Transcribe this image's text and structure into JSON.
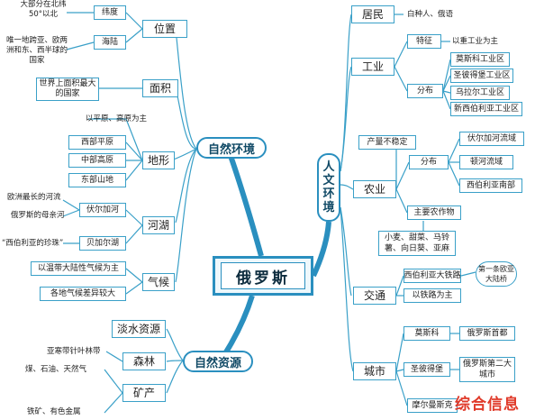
{
  "center": {
    "label": "俄罗斯"
  },
  "hubs": {
    "natural_env": "自然环境",
    "natural_res": "自然资源",
    "humanities": [
      "人",
      "文",
      "环",
      "境"
    ]
  },
  "natural_env": {
    "position": {
      "label": "位置",
      "latitude": {
        "label": "纬度",
        "note": "大部分在北纬50°以北"
      },
      "sea_land": {
        "label": "海陆",
        "note": "唯一地跨亚、欧两洲和东、西半球的国家"
      }
    },
    "area": {
      "label": "面积",
      "note": "世界上面积最大的国家"
    },
    "terrain": {
      "label": "地形",
      "summary": "以平原、高原为主",
      "items": [
        "西部平原",
        "中部高原",
        "东部山地"
      ]
    },
    "rivers_lakes": {
      "label": "河湖",
      "volga": {
        "label": "伏尔加河",
        "notes": [
          "欧洲最长的河流",
          "俄罗斯的母亲河"
        ]
      },
      "baikal": {
        "label": "贝加尔湖",
        "note": "“西伯利亚的珍珠”"
      }
    },
    "climate": {
      "label": "气候",
      "items": [
        "以温带大陆性气候为主",
        "各地气候差异较大"
      ]
    }
  },
  "natural_res": {
    "water": {
      "label": "淡水资源"
    },
    "forest": {
      "label": "森林",
      "note": "亚寒带针叶林带"
    },
    "minerals": {
      "label": "矿产",
      "items": [
        "煤、石油、天然气",
        "铁矿、有色金属"
      ]
    }
  },
  "humanities": {
    "residents": {
      "label": "居民",
      "note": "白种人、俄语"
    },
    "industry": {
      "label": "工业",
      "feature": {
        "label": "特征",
        "note": "以重工业为主"
      },
      "distribution": {
        "label": "分布",
        "items": [
          "莫斯科工业区",
          "圣彼得堡工业区",
          "乌拉尔工业区",
          "新西伯利亚工业区"
        ]
      }
    },
    "agriculture": {
      "label": "农业",
      "instability": "产量不稳定",
      "distribution": {
        "label": "分布",
        "items": [
          "伏尔加河流域",
          "顿河流域",
          "西伯利亚南部"
        ]
      },
      "crops_label": "主要农作物",
      "crops": "小麦、甜菜、马铃薯、向日葵、亚麻"
    },
    "transport": {
      "label": "交通",
      "railway": "西伯利亚大铁路",
      "railway_note": "第一条欧亚大陆桥",
      "mode": "以铁路为主"
    },
    "cities": {
      "label": "城市",
      "moscow": {
        "label": "莫斯科",
        "note": "俄罗斯首都"
      },
      "stpete": {
        "label": "圣彼得堡",
        "note": "俄罗斯第二大城市"
      },
      "murmansk": {
        "label": "摩尔曼斯克"
      }
    }
  },
  "watermark": "综合信息"
}
